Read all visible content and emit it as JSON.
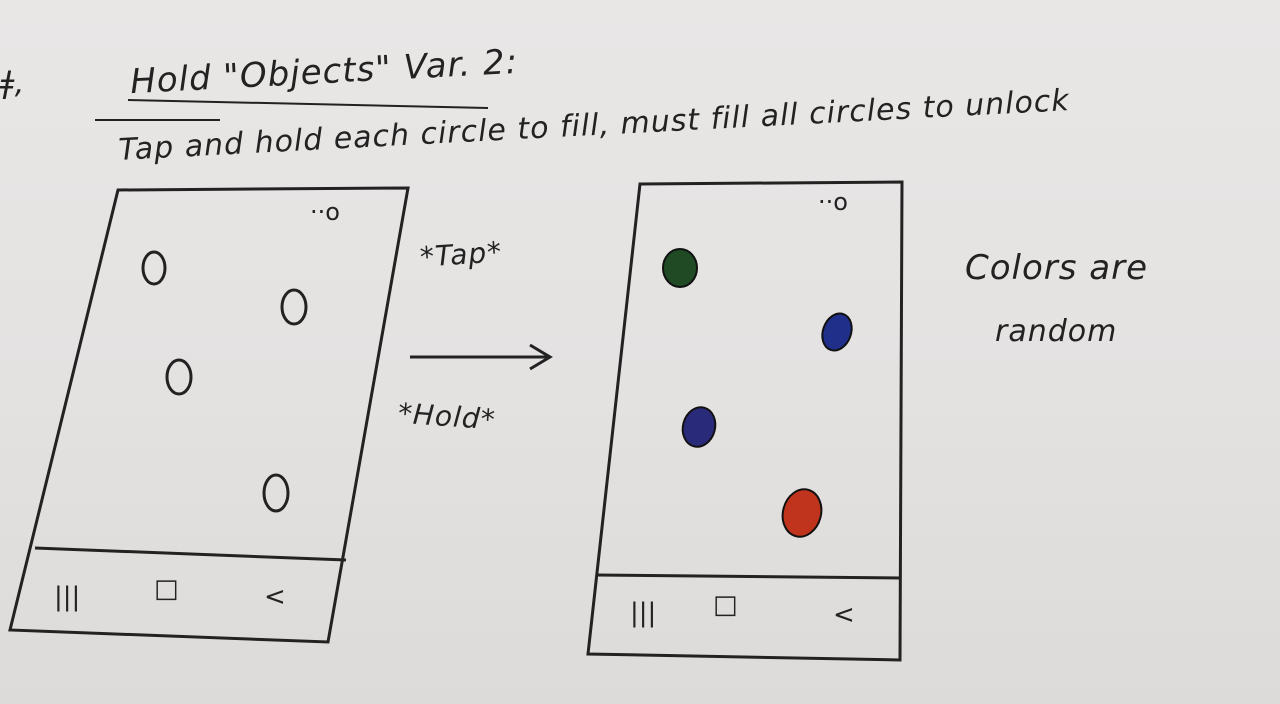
{
  "sketch": {
    "corner_mark": "ǂ,",
    "title": "Hold \"Objects\" Var. 2:",
    "subtitle": "Tap and hold each circle to fill, must fill all circles to unlock",
    "gesture": {
      "tap": "*Tap*",
      "hold": "*Hold*"
    },
    "note_line1": "Colors are",
    "note_line2": "random",
    "phone_before": {
      "status": "··o",
      "circles": 4,
      "nav": [
        "|||",
        "□",
        "<"
      ]
    },
    "phone_after": {
      "status": "··o",
      "filled_colors": [
        "#1f4a24",
        "#1f2f8a",
        "#2a2a7a",
        "#c0341d"
      ],
      "nav": [
        "|||",
        "□",
        "<"
      ]
    }
  }
}
